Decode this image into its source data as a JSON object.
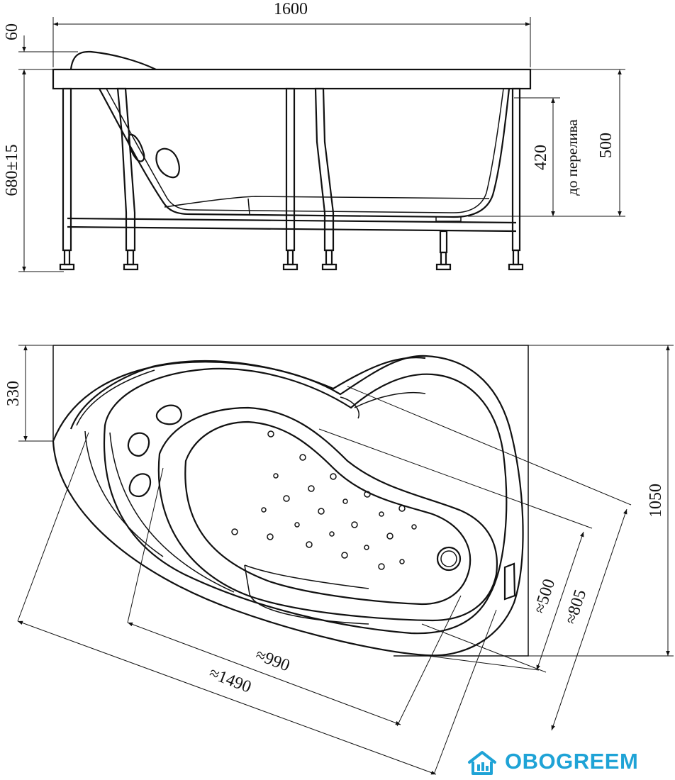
{
  "side_view": {
    "dim_total_length": "1600",
    "dim_rim": "60",
    "dim_height": "680±15",
    "dim_overflow_value": "420",
    "dim_overflow_caption": "до перелива",
    "dim_inner_height": "500"
  },
  "top_view": {
    "dim_offset": "330",
    "dim_width": "1050",
    "dim_bowl_width": "≈500",
    "dim_outer_width": "≈805",
    "dim_bowl_length": "≈990",
    "dim_outer_length": "≈1490"
  },
  "brand": {
    "logo_text": "OBOGREEM",
    "color": "#1fa3d6"
  }
}
